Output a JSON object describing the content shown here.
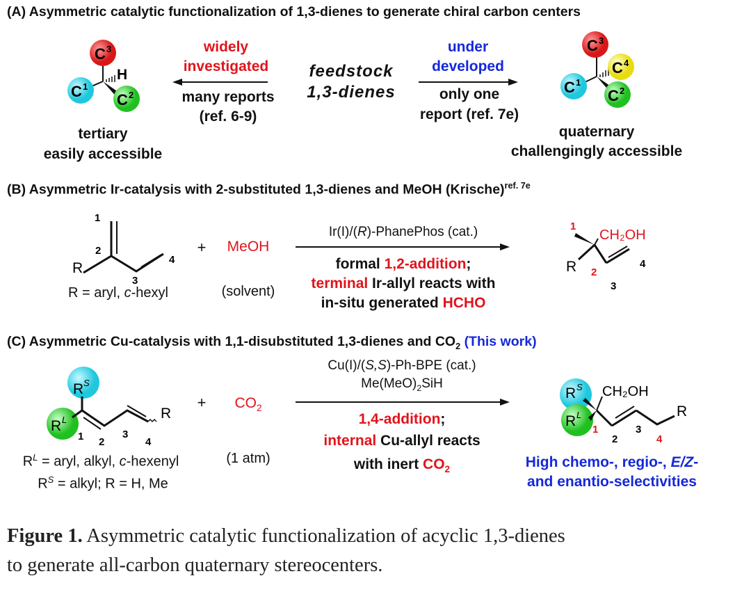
{
  "panel_a": {
    "title": "(A) Asymmetric catalytic functionalization of 1,3-dienes to generate chiral carbon centers",
    "left_arrow": {
      "top1": "widely",
      "top2": "investigated",
      "bottom1": "many reports",
      "bottom2": "(ref. 6-9)"
    },
    "center": {
      "line1": "feedstock",
      "line2": "1,3-dienes"
    },
    "right_arrow": {
      "top1": "under",
      "top2": "developed",
      "bottom1": "only one",
      "bottom2": "report (ref. 7e)"
    },
    "tertiary": {
      "label1": "tertiary",
      "label2": "easily accessible",
      "c1": "C",
      "c2": "C",
      "c3": "C",
      "s1": "1",
      "s2": "2",
      "s3": "3",
      "h": "H"
    },
    "quaternary": {
      "label1": "quaternary",
      "label2": "challengingly accessible",
      "c": "C",
      "s1": "1",
      "s2": "2",
      "s3": "3",
      "s4": "4"
    }
  },
  "panel_b": {
    "title": "(B) Asymmetric Ir-catalysis with 2-substituted 1,3-dienes and MeOH (Krische)",
    "title_ref": "ref. 7e",
    "substrate": {
      "r": "R",
      "n1": "1",
      "n2": "2",
      "n3": "3",
      "n4": "4",
      "r_def_a": "R = aryl, ",
      "r_def_b": "c",
      "r_def_c": "-hexyl"
    },
    "plus": "+",
    "reagent": "MeOH",
    "reagent_note": "(solvent)",
    "conditions": {
      "cat_a": "Ir(I)/(",
      "cat_b": "R",
      "cat_c": ")-PhanePhos (cat.)",
      "line2_a": "formal ",
      "line2_b": "1,2-addition",
      "line2_c": ";",
      "line3_a": "terminal",
      "line3_b": " Ir-allyl reacts with",
      "line4_a": "in-situ generated ",
      "line4_b": "HCHO"
    },
    "product": {
      "ch2oh": "CH₂OH",
      "r": "R",
      "n1": "1",
      "n2": "2",
      "n3": "3",
      "n4": "4"
    }
  },
  "panel_c": {
    "title": "(C) Asymmetric Cu-catalysis with 1,1-disubstituted 1,3-dienes and CO",
    "title_sub": "2",
    "title_tag": "(This work)",
    "substrate": {
      "rs": "R",
      "rs_sup": "S",
      "rl": "R",
      "rl_sup": "L",
      "r": "R",
      "n1": "1",
      "n2": "2",
      "n3": "3",
      "n4": "4",
      "def1_a": "R",
      "def1_sup": "L",
      "def1_b": " = aryl, alkyl, ",
      "def1_c": "c",
      "def1_d": "-hexenyl",
      "def2_a": "R",
      "def2_sup": "S",
      "def2_b": " = alkyl; R = H, Me"
    },
    "plus": "+",
    "reagent": "CO",
    "reagent_sub": "2",
    "reagent_note": "(1 atm)",
    "conditions": {
      "cat_a": "Cu(I)/(",
      "cat_b": "S,S",
      "cat_c": ")-Ph-BPE (cat.)",
      "silane_a": "Me(MeO)",
      "silane_sub": "2",
      "silane_b": "SiH",
      "line3": "1,4-addition",
      "line3_b": ";",
      "line4_a": "internal",
      "line4_b": " Cu-allyl reacts",
      "line5_a": "with inert ",
      "line5_b": "CO",
      "line5_sub": "2"
    },
    "product": {
      "ch2oh": "CH₂OH",
      "rs": "R",
      "rs_sup": "S",
      "rl": "R",
      "rl_sup": "L",
      "r": "R",
      "n1": "1",
      "n2": "2",
      "n3": "3",
      "n4": "4"
    },
    "selectivity": {
      "line1_a": "High chemo-, regio-, ",
      "line1_b": "E/Z",
      "line1_c": "-",
      "line2": "and enantio-selectivities"
    }
  },
  "caption": {
    "label": "Figure 1.",
    "line1": " Asymmetric catalytic functionalization of acyclic 1,3-dienes",
    "line2": "to generate all-carbon quaternary stereocenters."
  },
  "colors": {
    "red": "#e0141c",
    "blue": "#1528d8",
    "cyan": "#3cd8e8",
    "green": "#3dd63d",
    "red_ball": "#e8383a",
    "yellow": "#f2ea3a"
  }
}
